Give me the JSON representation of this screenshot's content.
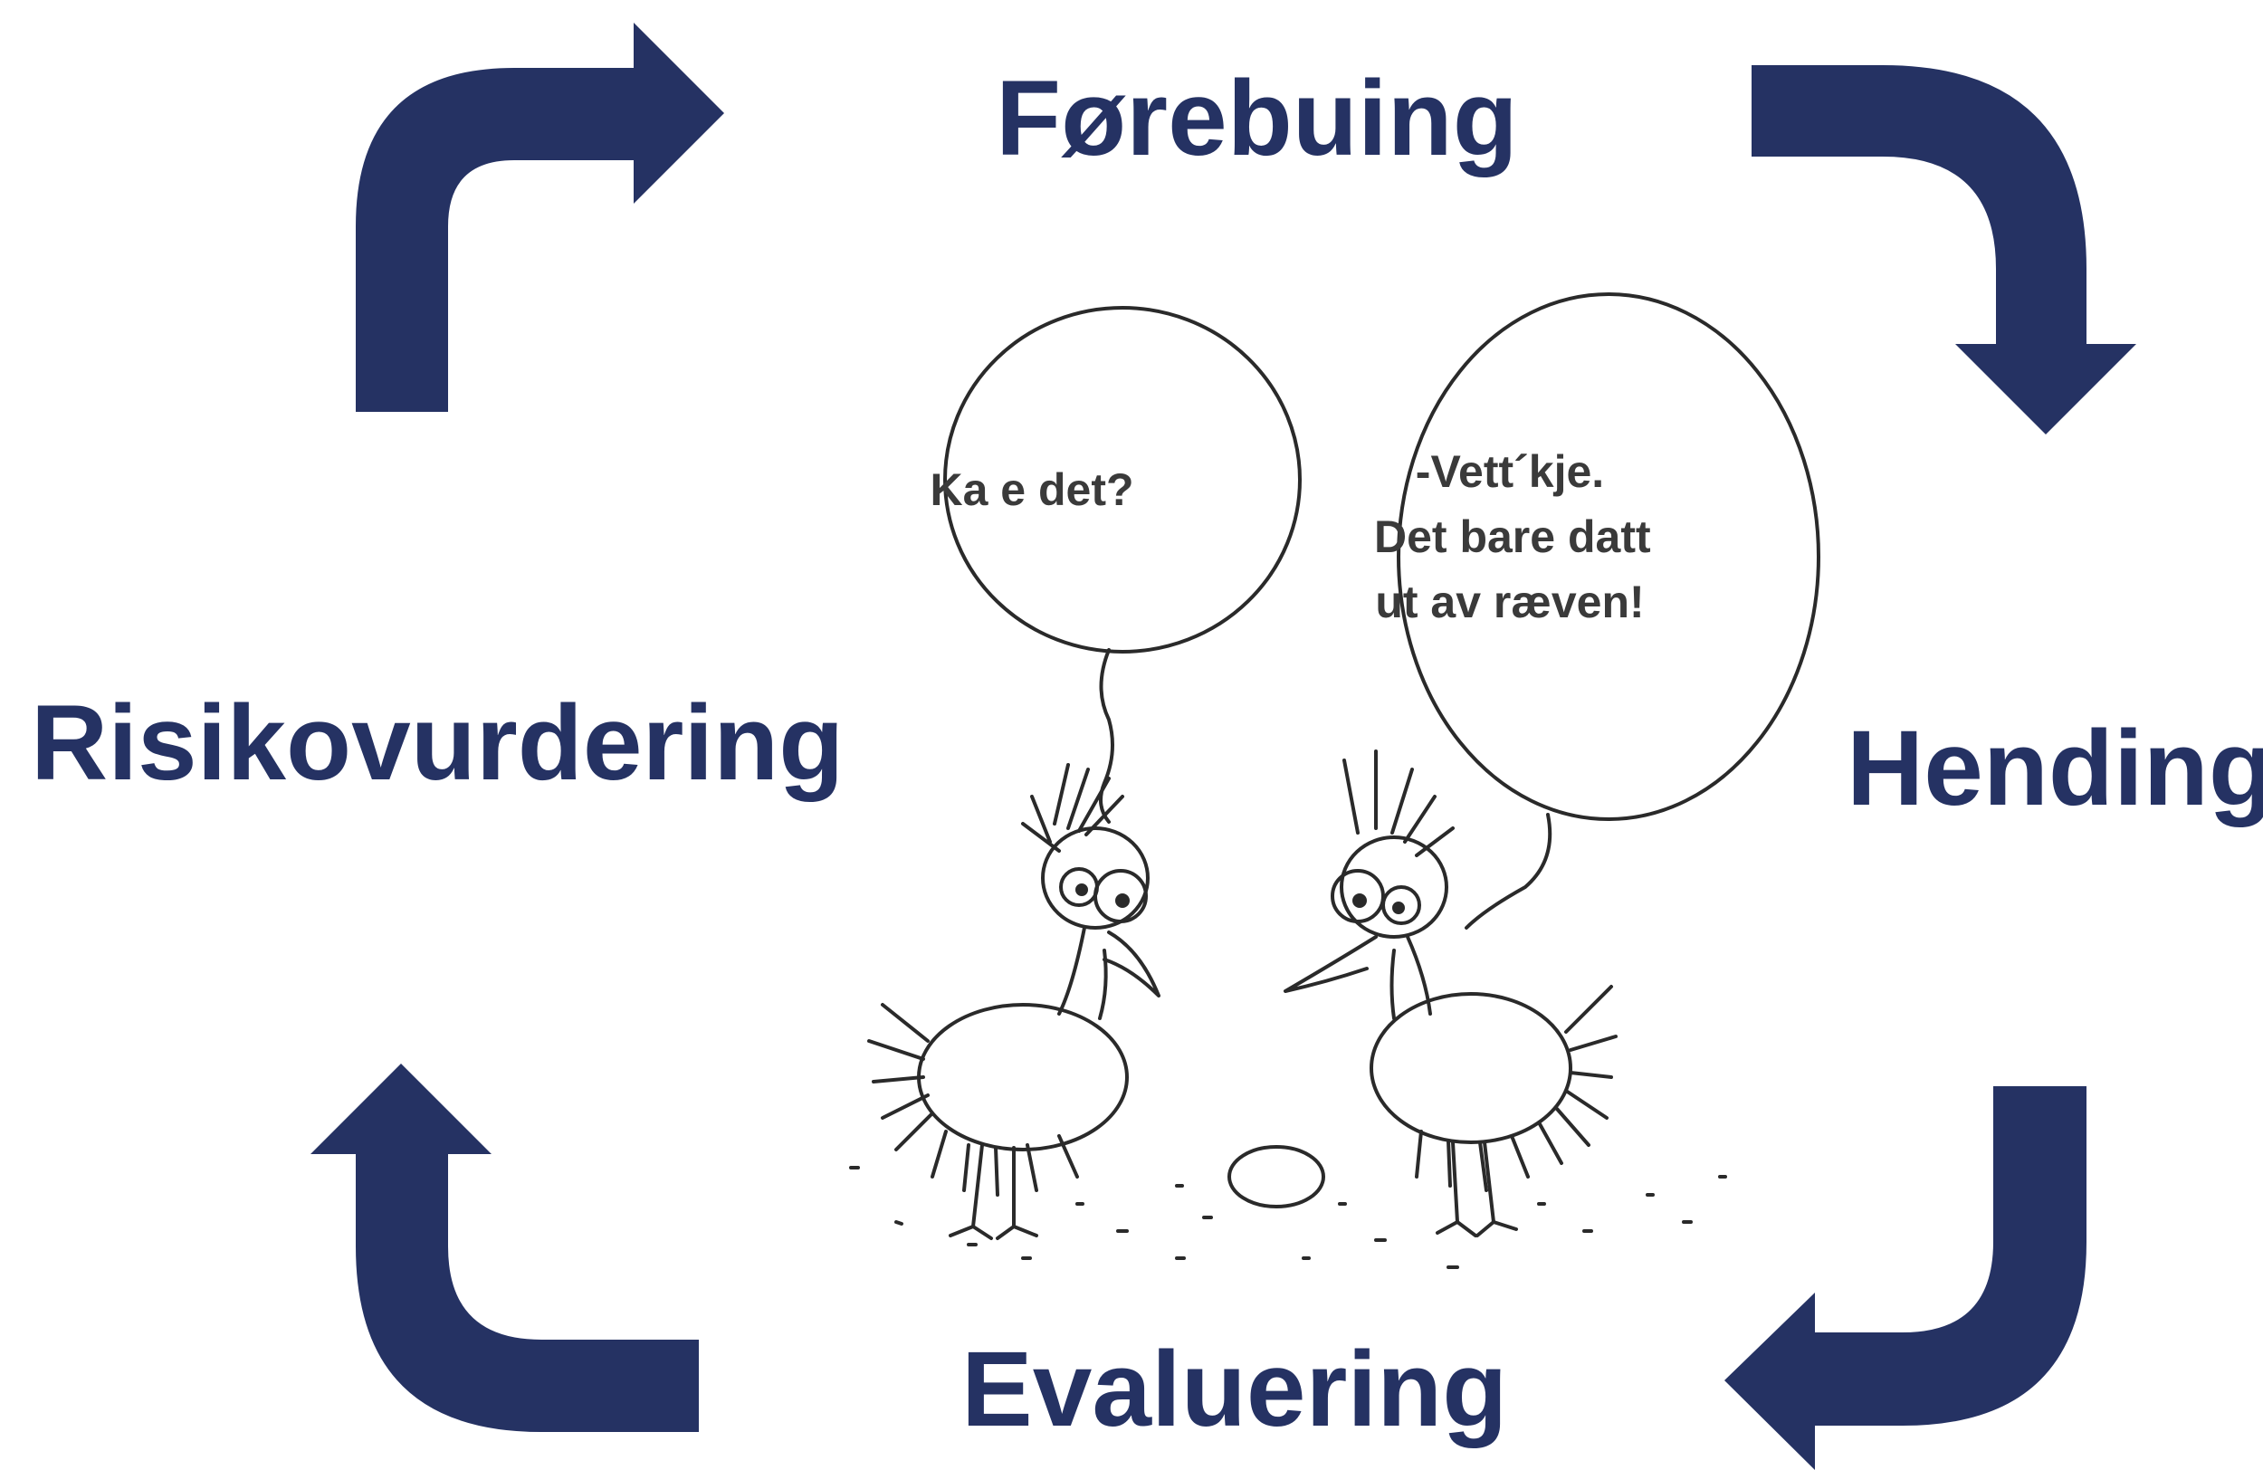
{
  "diagram": {
    "accent_color": "#253263",
    "steps": {
      "top": "Førebuing",
      "right": "Hending",
      "bottom": "Evaluering",
      "left": "Risikovurdering"
    },
    "arrows": [
      {
        "from": "Risikovurdering",
        "to": "Førebuing"
      },
      {
        "from": "Førebuing",
        "to": "Hending"
      },
      {
        "from": "Hending",
        "to": "Evaluering"
      },
      {
        "from": "Evaluering",
        "to": "Risikovurdering"
      }
    ]
  },
  "cartoon": {
    "speech_left": "Ka e det?",
    "speech_right_lines": [
      "-Vett´kje.",
      "Det bare datt",
      "ut av ræven!"
    ]
  }
}
